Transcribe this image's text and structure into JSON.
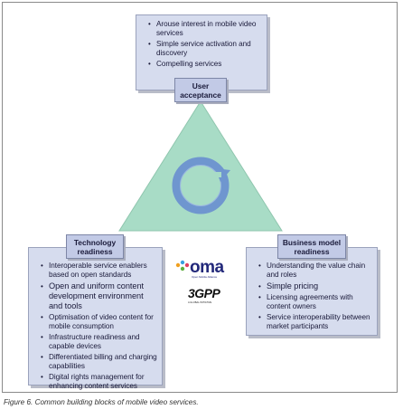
{
  "top_box": {
    "label": [
      "User",
      "acceptance"
    ],
    "items": [
      "Arouse interest in mobile video services",
      "Simple service activation and discovery",
      "Compelling services"
    ]
  },
  "left_box": {
    "label": [
      "Technology",
      "readiness"
    ],
    "items": [
      "Interoperable service enablers based on open standards",
      "Open and uniform content development environment and tools",
      "Optimisation of video content for mobile consumption",
      "Infrastructure readiness and capable devices",
      "Differentiated billing and charging capabilities",
      "Digital rights management for enhancing content services"
    ]
  },
  "right_box": {
    "label": [
      "Business model",
      "readiness"
    ],
    "items": [
      "Understanding the value chain and roles",
      "Simple pricing",
      "Licensing agreements with content owners",
      "Service interoperability between market participants"
    ]
  },
  "logos": {
    "oma_icon": "oma-logo",
    "oma_text": "oma",
    "oma_sub": "Open Mobile Alliance",
    "gpp_icon": "3gpp-logo",
    "gpp_text": "3GPP",
    "gpp_sub": "A GLOBAL INITIATIVE"
  },
  "caption": "Figure 6. Common building blocks of mobile video services.",
  "colors": {
    "box_fill": "#d6dcee",
    "label_fill": "#c2cae6",
    "triangle_fill": "#a8dcc6",
    "cycle_arrow": "#6f96cf"
  }
}
